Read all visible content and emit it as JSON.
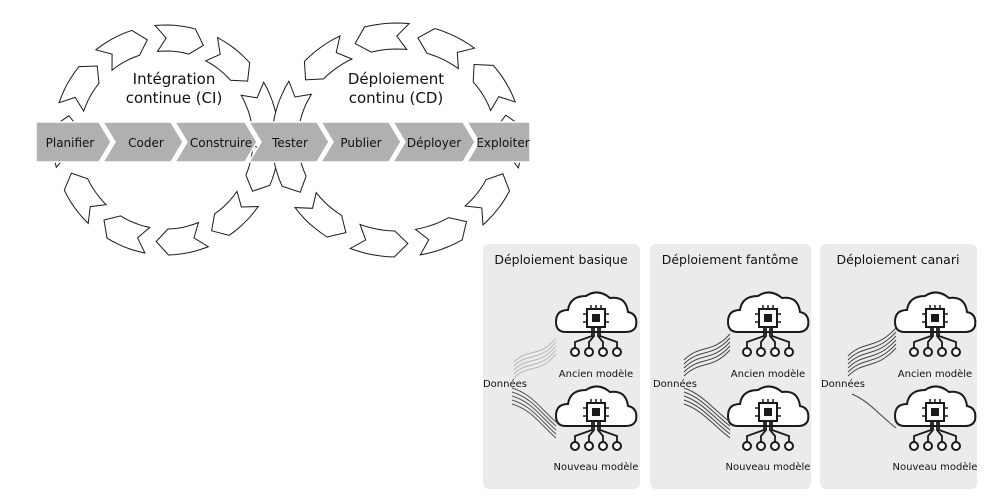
{
  "ci_title": {
    "line1": "Intégration",
    "line2": "continue (CI)"
  },
  "cd_title": {
    "line1": "Déploiement",
    "line2": "continu (CD)"
  },
  "pipeline_steps": [
    "Planifier",
    "Coder",
    "Construire",
    "Tester",
    "Publier",
    "Déployer",
    "Exploiter"
  ],
  "strategies": [
    {
      "title": "Déploiement basique",
      "data_label": "Données",
      "old_model": "Ancien modèle",
      "new_model": "Nouveau modèle"
    },
    {
      "title": "Déploiement fantôme",
      "data_label": "Données",
      "old_model": "Ancien modèle",
      "new_model": "Nouveau modèle"
    },
    {
      "title": "Déploiement canari",
      "data_label": "Données",
      "old_model": "Ancien modèle",
      "new_model": "Nouveau modèle"
    }
  ],
  "colors": {
    "band": "#b0b0b0",
    "panel": "#ebebeb",
    "stroke": "#1a1a1a"
  }
}
